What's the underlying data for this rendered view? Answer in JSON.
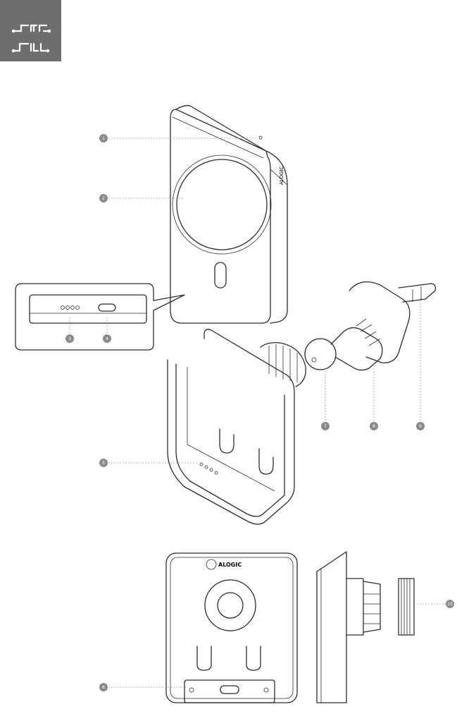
{
  "brand": {
    "wordmark": "ALOGIC"
  },
  "callouts": [
    "1",
    "2",
    "3",
    "4",
    "5",
    "6",
    "7",
    "8",
    "9",
    "10"
  ],
  "colors": {
    "logo_box": "#6e6e6e",
    "callout": "#8a8a8a",
    "line": "#2b2b2b",
    "leader": "#9a9a9a"
  },
  "icons": {
    "logo": "circuit-logo-icon"
  }
}
